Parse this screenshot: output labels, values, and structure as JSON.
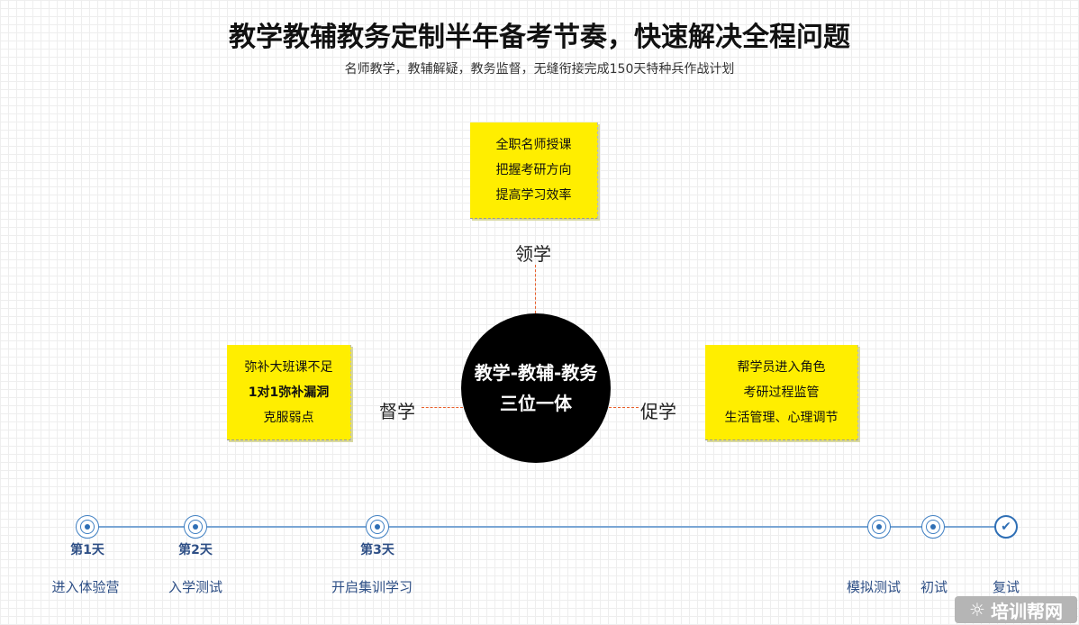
{
  "header": {
    "title": "教学教辅教务定制半年备考节奏，快速解决全程问题",
    "subtitle": "名师教学，教辅解疑，教务监督，无缝衔接完成150天特种兵作战计划"
  },
  "center": {
    "line1": "教学-教辅-教务",
    "line2": "三位一体"
  },
  "top": {
    "label": "领学",
    "lines": [
      "全职名师授课",
      "把握考研方向",
      "提高学习效率"
    ]
  },
  "left": {
    "label": "督学",
    "lines": [
      "弥补大班课不足",
      "1对1弥补漏洞",
      "克服弱点"
    ]
  },
  "right": {
    "label": "促学",
    "lines": [
      "帮学员进入角色",
      "考研过程监管",
      "生活管理、心理调节"
    ]
  },
  "timeline": [
    {
      "day": "第1天",
      "step": "进入体验营"
    },
    {
      "day": "第2天",
      "step": "入学测试"
    },
    {
      "day": "第3天",
      "step": "开启集训学习"
    },
    {
      "day": "",
      "step": "模拟测试"
    },
    {
      "day": "",
      "step": "初试"
    },
    {
      "day": "",
      "step": "复试"
    }
  ],
  "watermark": "培训帮网"
}
